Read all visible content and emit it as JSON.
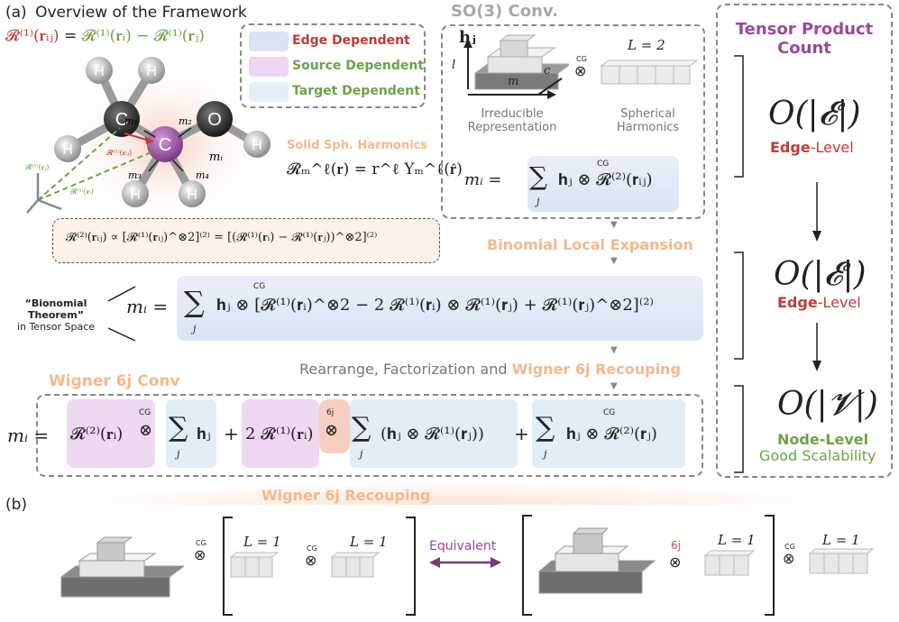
{
  "panel_a": {
    "label": "(a)",
    "title": "Overview of the Framework",
    "relation": {
      "lhs": "𝓡⁽¹⁾(𝐫ᵢⱼ)",
      "eq": "=",
      "rhs": "𝓡⁽¹⁾(𝐫ᵢ) − 𝓡⁽¹⁾(𝐫ⱼ)"
    }
  },
  "legend": [
    {
      "label": "Edge Dependent",
      "color": "#c23a36",
      "swatch": "#dde3f3"
    },
    {
      "label": "Source Dependent",
      "color": "#6ea247",
      "swatch": "#edd6f1"
    },
    {
      "label": "Target Dependent",
      "color": "#6ea247",
      "swatch": "#e5eef9"
    }
  ],
  "molecule": {
    "atoms": [
      "H",
      "H",
      "C",
      "O",
      "H",
      "H",
      "C",
      "H",
      "H"
    ],
    "messages": [
      "m₁",
      "m₂",
      "mᵢ",
      "m₃",
      "m₄"
    ],
    "edge_label": "𝓡⁽¹⁾(𝐫ᵢⱼ)",
    "vec_j": "𝓡⁽¹⁾(𝐫ⱼ)",
    "vec_i": "𝓡⁽¹⁾(𝐫ᵢ)"
  },
  "solid_harmonics": {
    "title": "Solid Sph. Harmonics",
    "formula": "𝓡ₘ^ℓ(𝐫) = r^ℓ Yₘ^ℓ(𝐫̂)"
  },
  "so3": {
    "title": "SO(3) Conv.",
    "hj": "𝐡ⱼ",
    "axis_l": "l",
    "axis_m": "m",
    "axis_c": "c",
    "cg": "CG",
    "otimes": "⊗",
    "L_label": "L = 2",
    "irrep_caption_1": "Irreducible",
    "irrep_caption_2": "Representation",
    "sph_caption_1": "Spherical",
    "sph_caption_2": "Harmonics",
    "eq_lhs": "mᵢ  =",
    "eq_sum": "∑",
    "eq_sum_sub": "j",
    "eq_body": "𝐡ⱼ ⊗ 𝓡⁽²⁾(𝐫ᵢⱼ)"
  },
  "expansion_box": {
    "formula": "𝓡⁽²⁾(𝐫ᵢⱼ) ∝ [𝓡⁽¹⁾(𝐫ᵢⱼ)^⊗2]⁽²⁾ = [(𝓡⁽¹⁾(𝐫ᵢ) − 𝓡⁽¹⁾(𝐫ⱼ))^⊗2]⁽²⁾"
  },
  "binomial_local_expansion": "Binomial Local Expansion",
  "binomial_theorem": {
    "line1": "“Bionomial Theorem”",
    "line2": "in Tensor Space"
  },
  "binomial_eq": {
    "lhs": "mᵢ  =",
    "sum": "∑",
    "sub": "j",
    "cg": "CG",
    "body": "𝐡ⱼ ⊗ [𝓡⁽¹⁾(𝐫ᵢ)^⊗2 − 2 𝓡⁽¹⁾(𝐫ᵢ) ⊗ 𝓡⁽¹⁾(𝐫ⱼ) + 𝓡⁽¹⁾(𝐫ⱼ)^⊗2]⁽²⁾"
  },
  "rearrange": {
    "prefix": "Rearrange, Factorization and",
    "highlight": "Wigner 6j Recouping"
  },
  "wigner_conv": {
    "title": "Wigner 6j  Conv",
    "lhs": "mᵢ =",
    "t1": "𝓡⁽²⁾(𝐫ᵢ)",
    "t1_op": "⊗",
    "cg": "CG",
    "sum": "∑",
    "sub": "j",
    "t2": "𝐡ⱼ",
    "plus": "+",
    "t3": "2 𝓡⁽¹⁾(𝐫ᵢ)",
    "sixj": "6j",
    "t3_op": "⊗",
    "t4": "(𝐡ⱼ ⊗ 𝓡⁽¹⁾(𝐫ⱼ))",
    "t5": "𝐡ⱼ ⊗ 𝓡⁽²⁾(𝐫ⱼ)"
  },
  "tensor_count": {
    "title_1": "Tensor Product",
    "title_2": "Count",
    "level1": {
      "expr": "O(|𝓔|)",
      "label_bold": "Edge",
      "label_rest": "-Level"
    },
    "level2": {
      "expr": "O(|𝓔|)",
      "label_bold": "Edge",
      "label_rest": "-Level"
    },
    "level3": {
      "expr": "O(|𝓥|)",
      "label": "Node-Level",
      "sub": "Good Scalability"
    }
  },
  "panel_b": {
    "label": "(b)",
    "title": "Wigner 6j Recouping",
    "cg": "CG",
    "otimes": "⊗",
    "L1": "L = 1",
    "equivalent": "Equivalent",
    "sixj": "6j"
  },
  "colors": {
    "orange": "#f5b98c",
    "edge_red": "#c23a36",
    "green": "#6ea247",
    "purple": "#9a4a9a",
    "dash": "#888888"
  }
}
